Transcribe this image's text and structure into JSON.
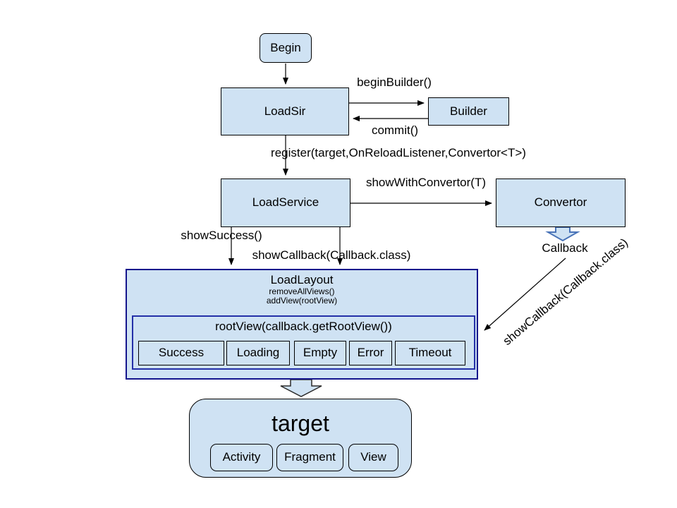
{
  "diagram": {
    "colors": {
      "node_fill": "#cfe2f3",
      "node_border": "#000000",
      "layout_border": "#14148c",
      "inner_border": "#2430a8",
      "block_arrow_blue": "#4a74b8"
    },
    "nodes": {
      "begin": "Begin",
      "loadsir": "LoadSir",
      "builder": "Builder",
      "loadservice": "LoadService",
      "convertor": "Convertor"
    },
    "loadlayout": {
      "title": "LoadLayout",
      "method1": "removeAllViews()",
      "method2": "addView(rootView)",
      "rootview_label": "rootView(callback.getRootView())",
      "callbacks": [
        "Success",
        "Loading",
        "Empty",
        "Error",
        "Timeout"
      ]
    },
    "target": {
      "title": "target",
      "children": [
        "Activity",
        "Fragment",
        "View"
      ]
    },
    "edges": {
      "begin_builder": "beginBuilder()",
      "commit": "commit()",
      "register": "register(target,OnReloadListener,Convertor<T>)",
      "show_with_convertor": "showWithConvertor(T)",
      "show_success": "showSuccess()",
      "show_callback": "showCallback(Callback.class)",
      "callback": "Callback",
      "show_callback_diagonal": "showCallback(Callback.class)"
    }
  }
}
